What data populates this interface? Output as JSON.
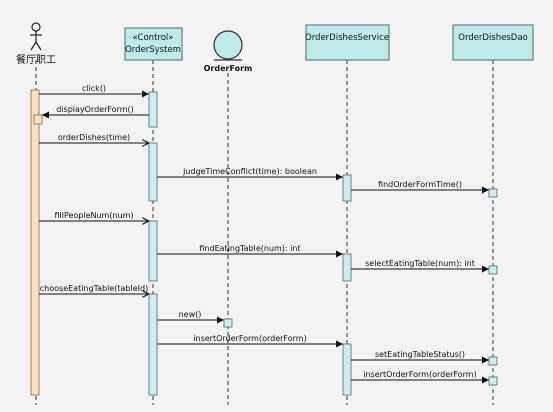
{
  "actor": {
    "name": "餐厅职工"
  },
  "participants": [
    {
      "id": "os",
      "stereotype": "«Control»",
      "name": "OrderSystem"
    },
    {
      "id": "of",
      "name": "OrderForm"
    },
    {
      "id": "ods",
      "name": "OrderDishesService"
    },
    {
      "id": "odd",
      "name": "OrderDishesDao"
    }
  ],
  "messages": [
    {
      "id": "m1",
      "label": "click()"
    },
    {
      "id": "m2",
      "label": "displayOrderForm()"
    },
    {
      "id": "m3",
      "label": "orderDishes(time)"
    },
    {
      "id": "m4",
      "label": "judgeTimeConflict(time): boolean"
    },
    {
      "id": "m5",
      "label": "findOrderFormTime()"
    },
    {
      "id": "m6",
      "label": "fillPeopleNum(num)"
    },
    {
      "id": "m7",
      "label": "findEatingTable(num): int"
    },
    {
      "id": "m8",
      "label": "selectEatingTable(num): int"
    },
    {
      "id": "m9",
      "label": "chooseEatingTable(tableId)"
    },
    {
      "id": "m10",
      "label": "new()"
    },
    {
      "id": "m11",
      "label": "insertOrderForm(orderForm)"
    },
    {
      "id": "m12",
      "label": "setEatingTableStatus()"
    },
    {
      "id": "m13",
      "label": "insertOrderForm(orderForm)"
    }
  ],
  "colors": {
    "participant_fill": "#bfeaea",
    "actor_activation": "#fde0c2",
    "activation": "#cdeeee",
    "line": "#222222"
  }
}
